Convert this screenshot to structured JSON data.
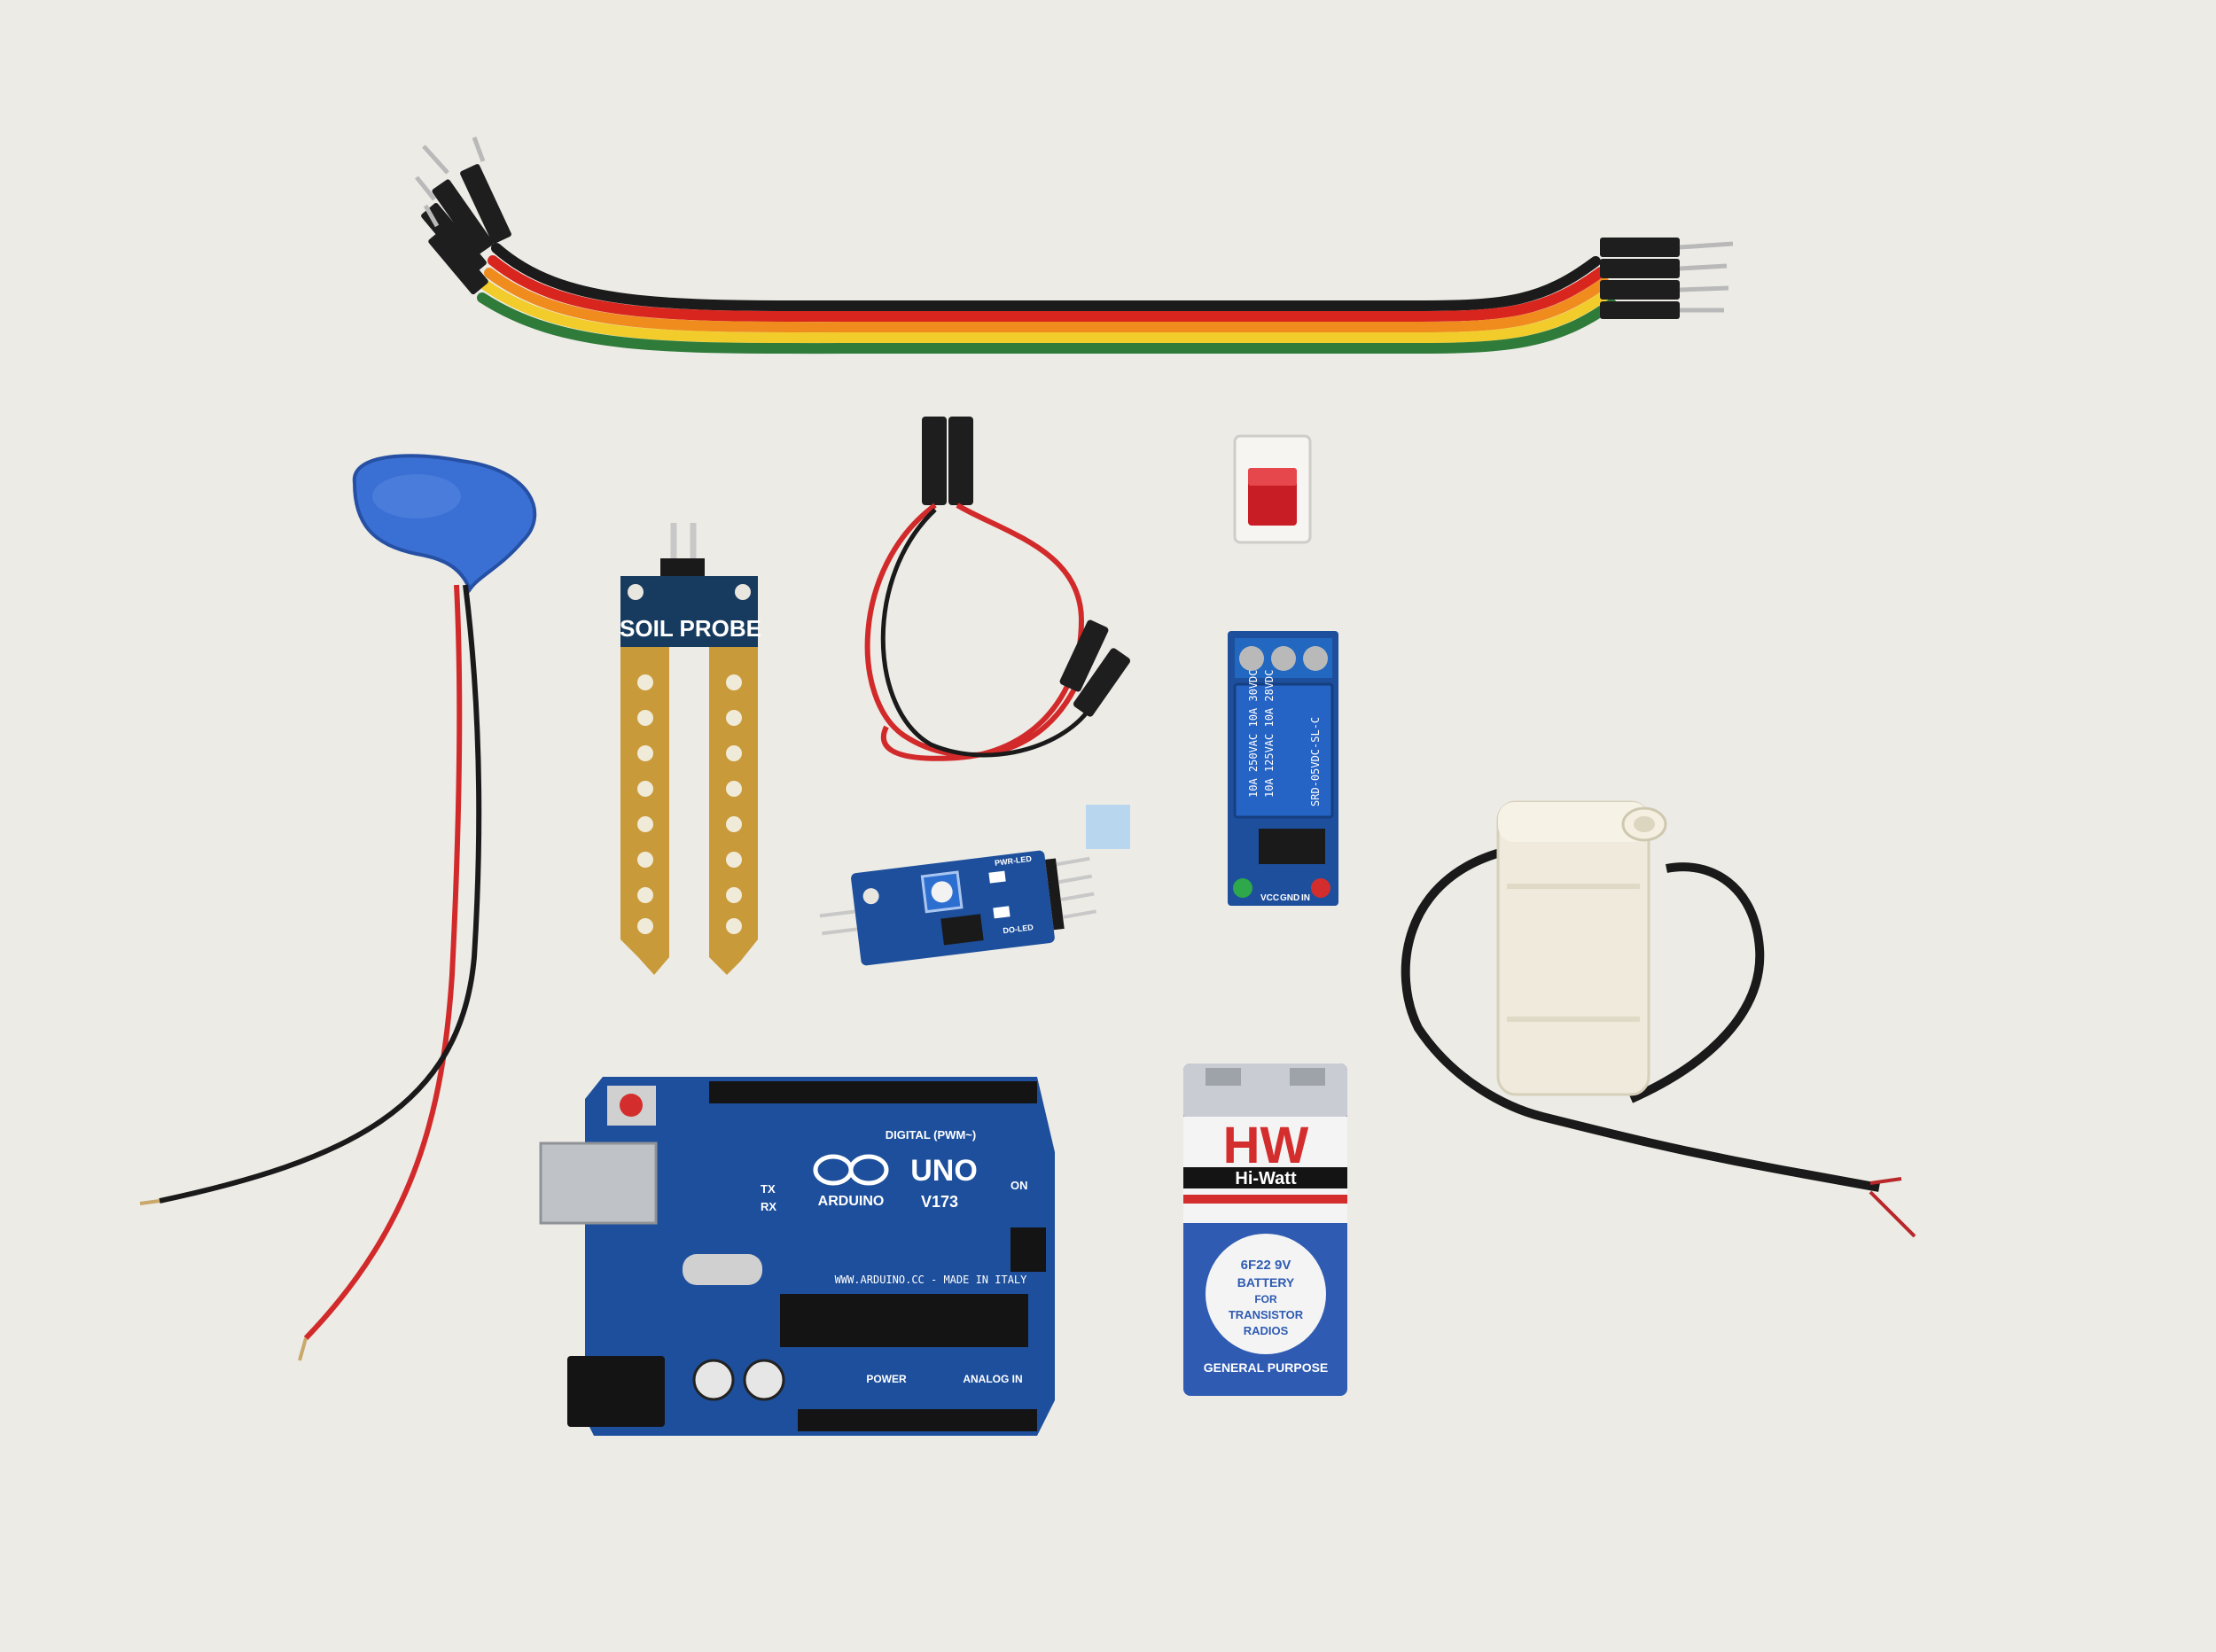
{
  "colors": {
    "background": "#ecebe6",
    "pcb_blue": "#1d4f9c",
    "probe_gold": "#c99a3a",
    "wire_red": "#d22a2a",
    "wire_black": "#1a1a1a",
    "ribbon": [
      "#1b1b1b",
      "#d8261f",
      "#f08c1e",
      "#f2cc2b",
      "#2f7b3a"
    ],
    "battery_blue": "#2f5bb2",
    "pump_white": "#efeadb",
    "switch_red": "#c91d25"
  },
  "labels": {
    "soil_probe": "SOIL PROBE",
    "arduino_brand": "ARDUINO",
    "arduino_model": "UNO",
    "arduino_version": "V173",
    "arduino_digital": "DIGITAL (PWM~)",
    "arduino_power": "POWER",
    "arduino_analog": "ANALOG IN",
    "arduino_site": "WWW.ARDUINO.CC - MADE IN ITALY",
    "arduino_on": "ON",
    "arduino_tx": "TX",
    "arduino_rx": "RX",
    "battery_brand": "Hi-Watt",
    "battery_logo": "HW",
    "battery_type": "6F22 9V",
    "battery_line2": "BATTERY",
    "battery_line3": "FOR",
    "battery_line4": "TRANSISTOR",
    "battery_line5": "RADIOS",
    "battery_purpose": "GENERAL PURPOSE",
    "relay_spec1": "10A 250VAC 10A 30VDC",
    "relay_spec2": "10A 125VAC 10A 28VDC",
    "relay_model": "SRD-05VDC-SL-C",
    "relay_pin1": "VCC",
    "relay_pin2": "GND",
    "relay_pin3": "IN",
    "module_pwr": "PWR-LED",
    "module_do": "DO-LED"
  }
}
